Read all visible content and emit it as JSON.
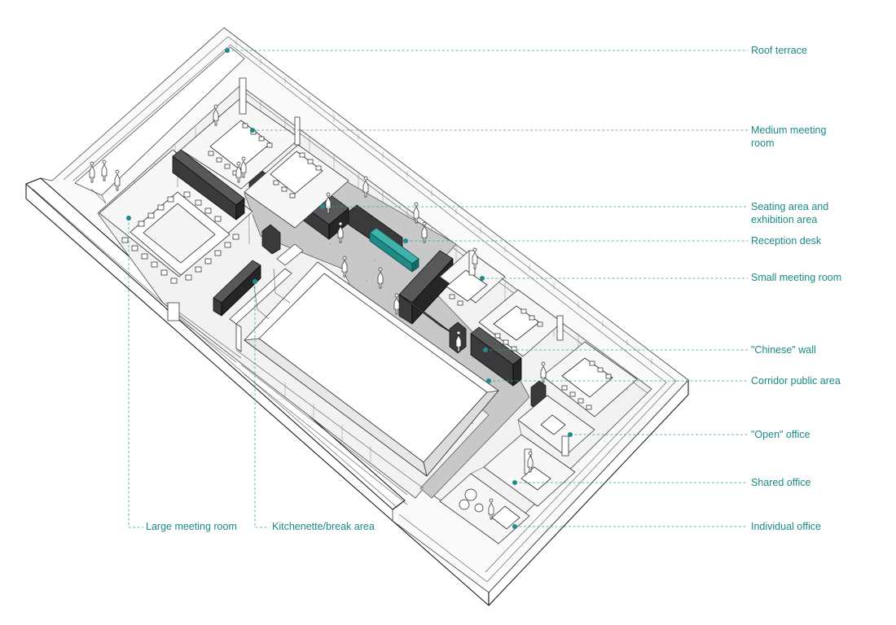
{
  "labels": {
    "roof_terrace": "Roof terrace",
    "medium_meeting_room_1": "Medium meeting",
    "medium_meeting_room_2": "room",
    "seating_area_1": "Seating area and",
    "seating_area_2": "exhibition area",
    "reception_desk": "Reception desk",
    "small_meeting_room": "Small meeting room",
    "chinese_wall": "\"Chinese\" wall",
    "corridor_public_area": "Corridor public area",
    "open_office": "\"Open\" office",
    "shared_office": "Shared office",
    "individual_office": "Individual office",
    "large_meeting_room": "Large meeting room",
    "kitchenette": "Kitchenette/break area"
  },
  "colors": {
    "label_text": "#1a8a86",
    "leader_line": "#3d9f9b",
    "marker_dot": "#1c8c88",
    "accent_reception": "#1f8a86",
    "furniture_dark": "#3a3a3c",
    "corridor_floor": "#c8c8c8",
    "lines": "#1c1c1c"
  }
}
